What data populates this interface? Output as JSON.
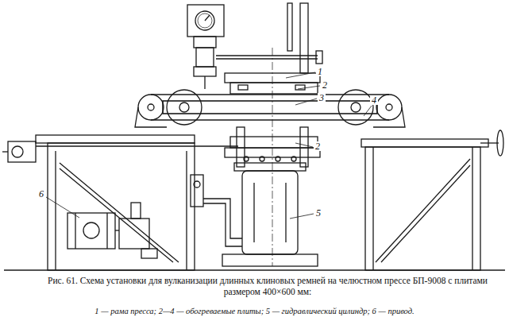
{
  "diagram": {
    "caption": "Рис. 61. Схема установки для вулканизации длинных клиновых ремней на челюстном прессе БП-9008 с плитами размером 400×600 мм:",
    "labels": [
      "1",
      "2",
      "3",
      "4",
      "2",
      "5",
      "6",
      "1 — рама пресса; 2—4 — обогреваемые плиты; 5 — гидравлический цилиндр; 6 — привод."
    ]
  }
}
